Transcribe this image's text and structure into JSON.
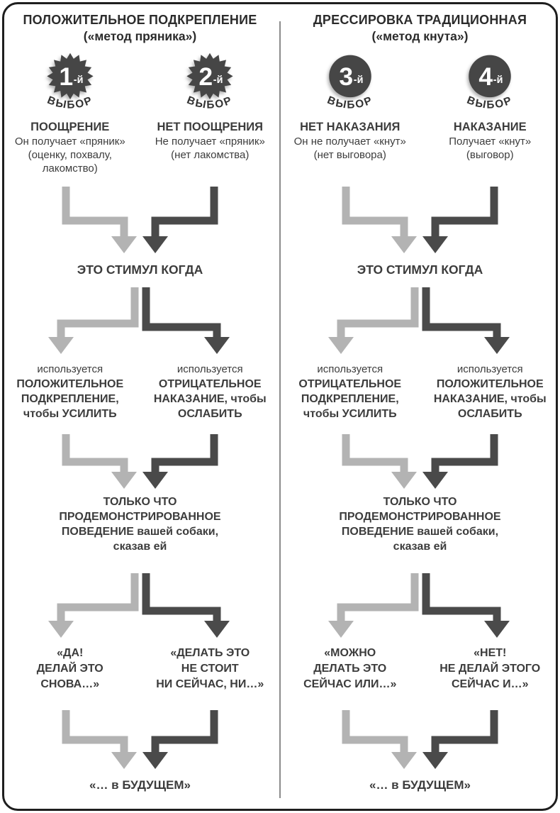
{
  "colors": {
    "light_arrow": "#b3b3b3",
    "dark_arrow": "#4a4a4a",
    "badge_fill": "#464646",
    "divider": "#8c8c8c",
    "border": "#1e1e1e",
    "text": "#3c3c3c"
  },
  "columns": [
    {
      "id": "positive-reinforcement",
      "title": "ПОЛОЖИТЕЛЬНОЕ ПОДКРЕПЛЕНИЕ",
      "subtitle": "(«метод пряника»)",
      "choices": [
        {
          "badge_number": "1",
          "badge_suffix": "-й",
          "badge_label": "ВЫБОР",
          "badge_shape": "starburst",
          "heading": "ПООЩРЕНИЕ",
          "lines": [
            "Он получает «пряник»",
            "(оценку, похвалу,",
            "лакомство)"
          ]
        },
        {
          "badge_number": "2",
          "badge_suffix": "-й",
          "badge_label": "ВЫБОР",
          "badge_shape": "starburst",
          "heading": "НЕТ ПООЩРЕНИЯ",
          "lines": [
            "Не получает «пряник»",
            "(нет лакомства)"
          ]
        }
      ],
      "stimulus": "ЭТО СТИМУЛ КОГДА",
      "branches": [
        {
          "intro": "используется",
          "lines": [
            "ПОЛОЖИТЕЛЬНОЕ",
            "ПОДКРЕПЛЕНИЕ,",
            "чтобы УСИЛИТЬ"
          ]
        },
        {
          "intro": "используется",
          "lines": [
            "ОТРИЦАТЕЛЬНОЕ",
            "НАКАЗАНИЕ, чтобы",
            "ОСЛАБИТЬ"
          ]
        }
      ],
      "behavior": {
        "lines": [
          "ТОЛЬКО ЧТО",
          "ПРОДЕМОНСТРИРОВАННОЕ",
          "ПОВЕДЕНИЕ вашей собаки,",
          "сказав ей"
        ]
      },
      "quotes": [
        {
          "lines": [
            "«ДА!",
            "ДЕЛАЙ ЭТО",
            "СНОВА…»"
          ]
        },
        {
          "lines": [
            "«ДЕЛАТЬ ЭТО",
            "НЕ СТОИТ",
            "НИ СЕЙЧАС, НИ…»"
          ]
        }
      ],
      "future": "«… в БУДУЩЕМ»"
    },
    {
      "id": "traditional-training",
      "title": "ДРЕССИРОВКА ТРАДИЦИОННАЯ",
      "subtitle": "(«метод кнута»)",
      "choices": [
        {
          "badge_number": "3",
          "badge_suffix": "-й",
          "badge_label": "ВЫБОР",
          "badge_shape": "circle",
          "heading": "НЕТ НАКАЗАНИЯ",
          "lines": [
            "Он не получает «кнут»",
            "(нет выговора)"
          ]
        },
        {
          "badge_number": "4",
          "badge_suffix": "-й",
          "badge_label": "ВЫБОР",
          "badge_shape": "circle",
          "heading": "НАКАЗАНИЕ",
          "lines": [
            "Получает «кнут»",
            "(выговор)"
          ]
        }
      ],
      "stimulus": "ЭТО СТИМУЛ КОГДА",
      "branches": [
        {
          "intro": "используется",
          "lines": [
            "ОТРИЦАТЕЛЬНОЕ",
            "ПОДКРЕПЛЕНИЕ,",
            "чтобы УСИЛИТЬ"
          ]
        },
        {
          "intro": "используется",
          "lines": [
            "ПОЛОЖИТЕЛЬНОЕ",
            "НАКАЗАНИЕ, чтобы",
            "ОСЛАБИТЬ"
          ]
        }
      ],
      "behavior": {
        "lines": [
          "ТОЛЬКО ЧТО",
          "ПРОДЕМОНСТРИРОВАННОЕ",
          "ПОВЕДЕНИЕ вашей собаки,",
          "сказав ей"
        ]
      },
      "quotes": [
        {
          "lines": [
            "«МОЖНО",
            "ДЕЛАТЬ ЭТО",
            "СЕЙЧАС ИЛИ…»"
          ]
        },
        {
          "lines": [
            "«НЕТ!",
            "НЕ ДЕЛАЙ ЭТОГО",
            "СЕЙЧАС И…»"
          ]
        }
      ],
      "future": "«… в БУДУЩЕМ»"
    }
  ]
}
